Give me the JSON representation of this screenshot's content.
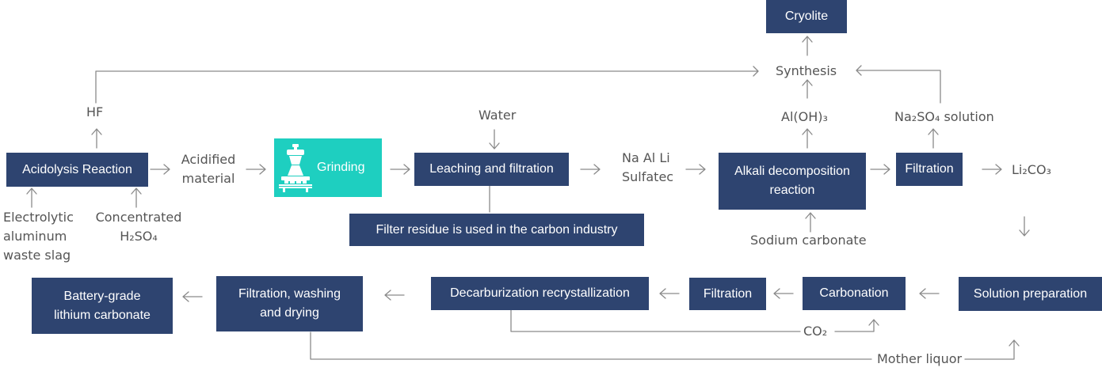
{
  "nodes": {
    "acidolysis": "Acidolysis Reaction",
    "grinding": "Grinding",
    "leaching": "Leaching and filtration",
    "filter_residue": "Filter residue is used in the carbon industry",
    "alkali": [
      "Alkali decomposition",
      "reaction"
    ],
    "filtration_top": "Filtration",
    "cryolite": "Cryolite",
    "solution_prep": "Solution preparation",
    "carbonation": "Carbonation",
    "filtration_bottom": "Filtration",
    "decarb": "Decarburization recrystallization",
    "filt_wash_dry": [
      "Filtration, washing",
      "and drying"
    ],
    "battery": [
      "Battery-grade",
      "lithium carbonate"
    ]
  },
  "labels": {
    "hf": "HF",
    "acidified": [
      "Acidified",
      "material"
    ],
    "water": "Water",
    "na_al_li": [
      "Na Al Li",
      "Sulfatec"
    ],
    "synthesis": "Synthesis",
    "aloh3": "Al(OH)₃",
    "na2so4": "Na₂SO₄ solution",
    "li2co3": "Li₂CO₃",
    "electrolytic": [
      "Electrolytic",
      "aluminum",
      "waste slag"
    ],
    "concentrated": [
      "Concentrated",
      "H₂SO₄"
    ],
    "sodium_carbonate": "Sodium carbonate",
    "co2": "CO₂",
    "mother_liquor": "Mother liquor"
  },
  "icons": {
    "grinding": "grinder-icon"
  },
  "colors": {
    "box": "#2e4470",
    "accent": "#1ecfc0",
    "line": "#8a8a8a"
  }
}
